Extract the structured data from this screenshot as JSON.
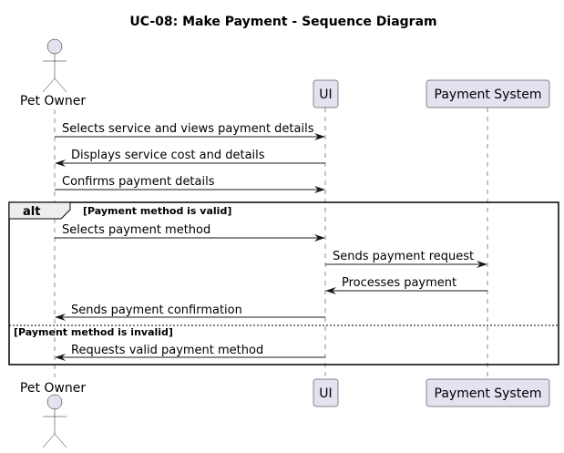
{
  "diagram": {
    "title": "UC-08: Make Payment - Sequence Diagram",
    "participants": [
      {
        "id": "owner",
        "label": "Pet Owner",
        "kind": "actor"
      },
      {
        "id": "ui",
        "label": "UI",
        "kind": "participant"
      },
      {
        "id": "payment",
        "label": "Payment System",
        "kind": "participant"
      }
    ],
    "messages": [
      {
        "from": "owner",
        "to": "ui",
        "text": "Selects service and views payment details"
      },
      {
        "from": "ui",
        "to": "owner",
        "text": "Displays service cost and details"
      },
      {
        "from": "owner",
        "to": "ui",
        "text": "Confirms payment details"
      },
      {
        "from": "owner",
        "to": "ui",
        "text": "Selects payment method"
      },
      {
        "from": "ui",
        "to": "payment",
        "text": "Sends payment request"
      },
      {
        "from": "payment",
        "to": "ui",
        "text": "Processes payment"
      },
      {
        "from": "ui",
        "to": "owner",
        "text": "Sends payment confirmation"
      },
      {
        "from": "ui",
        "to": "owner",
        "text": "Requests valid payment method"
      }
    ],
    "alt_frame": {
      "operator": "alt",
      "guard": "[Payment method is valid]",
      "else_guard": "[Payment method is invalid]"
    },
    "colors": {
      "participant_fill": "#E2E2F0",
      "line": "#181818",
      "frame_tab_fill": "#EEEEEE",
      "background": "#FFFFFF"
    }
  }
}
